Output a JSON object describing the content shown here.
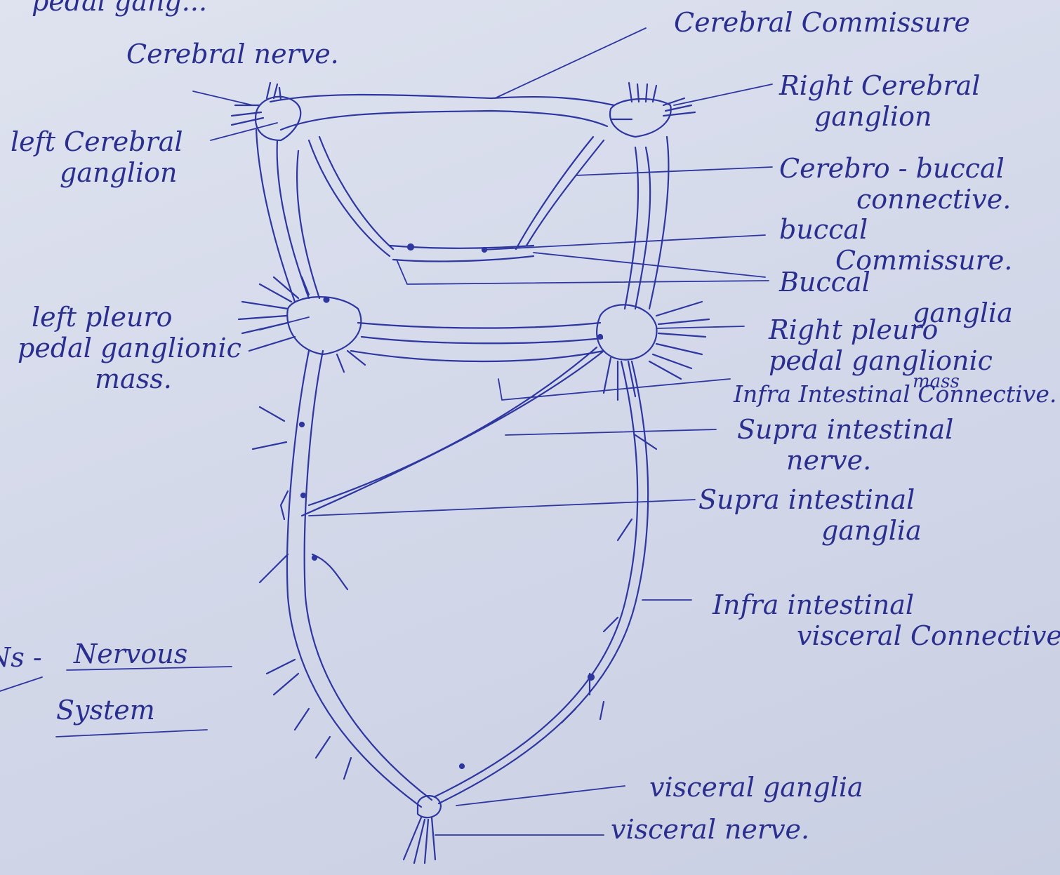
{
  "diagram": {
    "top_fragment": "pedal gang..."
  },
  "left_labels": {
    "cerebral_nerve": "Cerebral nerve.",
    "left_cerebral_ganglion_line1": "left Cerebral",
    "left_cerebral_ganglion_line2": "ganglion",
    "left_pleuro_line1": "left pleuro",
    "left_pleuro_line2": "pedal ganglionic",
    "left_pleuro_line3": "mass."
  },
  "right_labels": {
    "cerebral_commissure": "Cerebral Commissure",
    "right_cerebral_line1": "Right Cerebral",
    "right_cerebral_line2": "ganglion",
    "cerebro_buccal_line1": "Cerebro - buccal",
    "cerebro_buccal_line2": "connective.",
    "buccal_commissure_line1": "buccal",
    "buccal_commissure_line2": "Commissure.",
    "buccal_ganglia_line1": "Buccal",
    "buccal_ganglia_line2": "ganglia",
    "right_pleuro_line1": "Right pleuro",
    "right_pleuro_line2": "pedal ganglionic",
    "right_pleuro_line3": "mass",
    "infra_intestinal_connective": "Infra Intestinal Connective.",
    "supra_intestinal_nerve_line1": "Supra intestinal",
    "supra_intestinal_nerve_line2": "nerve.",
    "supra_intestinal_ganglia_line1": "Supra intestinal",
    "supra_intestinal_ganglia_line2": "ganglia",
    "infra_visceral_line1": "Infra intestinal",
    "infra_visceral_line2": "visceral Connective.",
    "visceral_ganglia": "visceral ganglia",
    "visceral_nerve": "visceral nerve."
  },
  "caption": {
    "prefix": "Ns -",
    "line1": "Nervous",
    "line2": "System"
  },
  "colors": {
    "paper": "#d3d8e9",
    "ink": "#2a2f8f"
  }
}
